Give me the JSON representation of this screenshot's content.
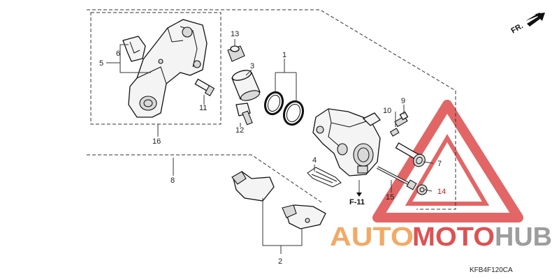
{
  "direction": {
    "label": "FR."
  },
  "colors": {
    "watermark_red": "#d93434",
    "watermark_orange": "#f29b4b",
    "watermark_gray": "#8c8c8c",
    "callout_red": "#c21818"
  },
  "callouts": {
    "c1": "1",
    "c2": "2",
    "c3": "3",
    "c4": "4",
    "c5": "5",
    "c6": "6",
    "c7": "7",
    "c8": "8",
    "c9": "9",
    "c10": "10",
    "c11": "11",
    "c12": "12",
    "c13": "13",
    "c14": "14",
    "c15": "15",
    "c16": "16"
  },
  "reference": {
    "label": "F-11"
  },
  "diagram_code": "KFB4F120CA",
  "watermark": {
    "part1": "AUTO",
    "part2": "MOTO",
    "part3": "HUB"
  }
}
